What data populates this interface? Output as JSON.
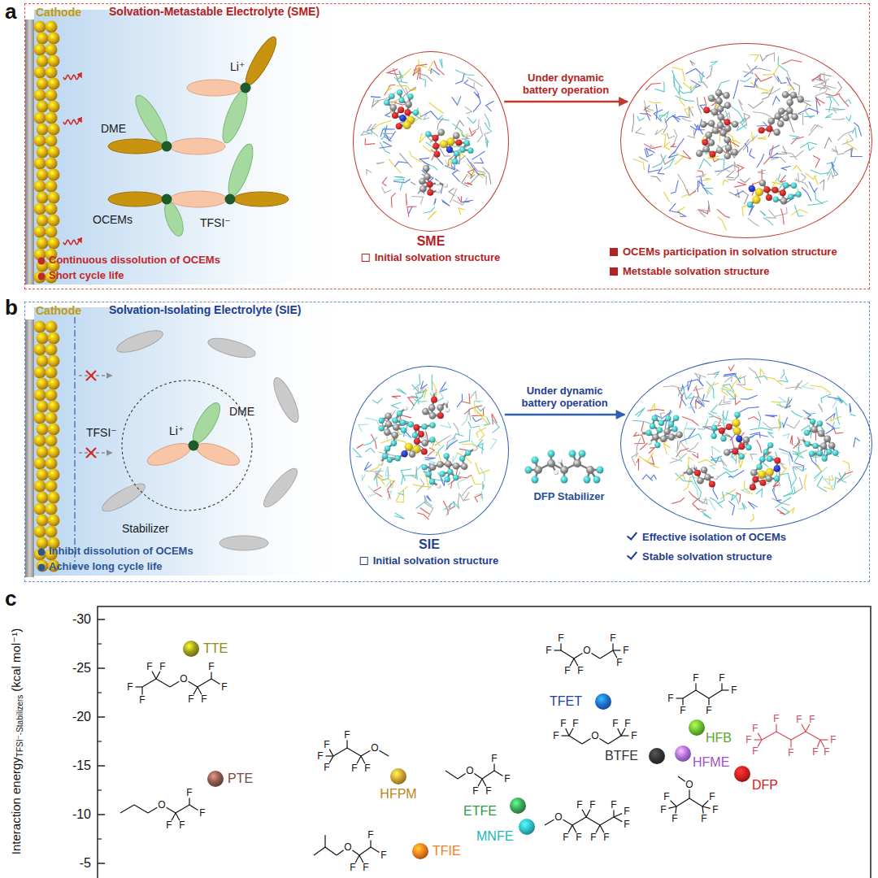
{
  "diagram": {
    "nodes": [
      {
        "text": [
          "Solvation-Metastable Electrolyte (SME)"
        ]
      },
      {
        "text": [
          "SME",
          "Initial solvation structure"
        ],
        "in": 0
      },
      {
        "text": [
          "OCEMs participation in solvation structure",
          "Metstable solvation structure"
        ],
        "in": 0
      },
      {
        "text": [
          "Solvation-Isolating Electrolyte (SIE)"
        ]
      },
      {
        "text": [
          "SIE",
          "Initial solvation structure"
        ],
        "in": 3
      },
      {
        "text": [
          "Effective isolation of OCEMs",
          "Stable solvation structure"
        ],
        "in": 3
      }
    ],
    "edges": [
      {
        "from": 1,
        "to": 2,
        "arrow": "to",
        "label": "Under dynamic battery operation"
      },
      {
        "from": 4,
        "to": 5,
        "arrow": "to",
        "label": "Under dynamic battery operation"
      }
    ],
    "labels": [
      "a",
      "Cathode",
      "DME",
      "Li⁺",
      "OCEMs",
      "TFSI⁻",
      "Continuous dissolution of OCEMs",
      "Short cycle life",
      "b",
      "Cathode",
      "Li⁺",
      "DME",
      "TFSI⁻",
      "Stabilizer",
      "Inhibit dissolution of OCEMs",
      "Achieve long cycle life",
      "DFP Stabilizer",
      "c",
      "Interaction energy",
      "TFSI⁻-Stabilizers",
      "(kcal mol⁻¹)",
      "-30",
      "-25",
      "-20",
      "-15",
      "-10",
      "-5",
      "TTE",
      "PTE",
      "HFPM",
      "TFIE",
      "ETFE",
      "MNFE",
      "TFET",
      "BTFE",
      "HFB",
      "HFME",
      "DFP",
      "F",
      "F",
      "F",
      "F",
      "O",
      "F",
      "F",
      "F",
      "F",
      "O",
      "F",
      "F",
      "F",
      "F",
      "F",
      "F",
      "F",
      "F",
      "F",
      "F",
      "O",
      "O",
      "F",
      "F",
      "F",
      "F",
      "O",
      "F",
      "F",
      "F",
      "F",
      "O",
      "F",
      "F",
      "F",
      "F",
      "F",
      "F",
      "F",
      "F",
      "F",
      "F",
      "F",
      "F",
      "F",
      "O",
      "F",
      "F",
      "F",
      "F",
      "F",
      "F",
      "O",
      "F",
      "F",
      "F",
      "F",
      "F",
      "F",
      "F",
      "F",
      "F",
      "O",
      "F",
      "F",
      "F",
      "F",
      "F",
      "F",
      "F",
      "F",
      "F",
      "F",
      "F",
      "F",
      "F",
      "F",
      "F",
      "F"
    ]
  }
}
